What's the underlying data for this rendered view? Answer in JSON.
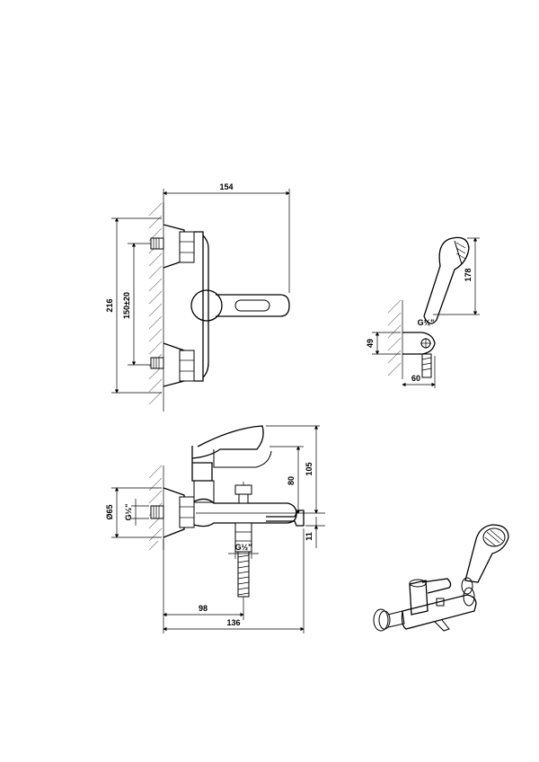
{
  "front_view": {
    "dim_width": "154",
    "dim_height": "216",
    "dim_centers": "150±20"
  },
  "side_view": {
    "dim_dia": "Ø65",
    "dim_thread_left": "G½\"",
    "dim_thread_bottom": "G½\"",
    "dim_80": "80",
    "dim_105": "105",
    "dim_11": "11",
    "dim_98": "98",
    "dim_136": "136"
  },
  "shower_view": {
    "dim_178": "178",
    "dim_49": "49",
    "dim_60": "60",
    "dim_thread": "G½\""
  }
}
